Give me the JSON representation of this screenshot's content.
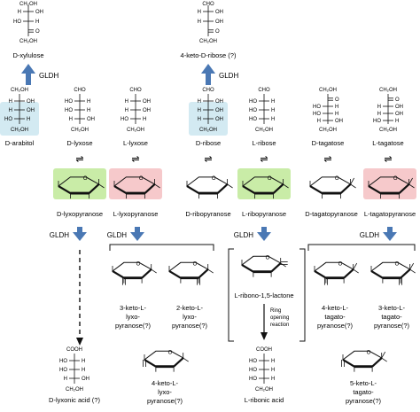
{
  "enzyme_label": "GLDH",
  "equilibrium_symbol": "⇌",
  "pentitols": [
    {
      "id": "d-xylulose",
      "name": "D-xylulose",
      "rows": [
        [
          "",
          "CH₂OH",
          ""
        ],
        [
          "H",
          "",
          "OH"
        ],
        [
          "HO",
          "",
          "H"
        ],
        [
          "",
          "",
          "O"
        ],
        [
          "",
          "CH₂OH",
          ""
        ]
      ]
    },
    {
      "id": "4-keto-d-ribose",
      "name": "4-keto-D-ribose (?)",
      "rows": [
        [
          "",
          "CHO",
          ""
        ],
        [
          "H",
          "",
          "OH"
        ],
        [
          "H",
          "",
          "OH"
        ],
        [
          "",
          "",
          "O"
        ],
        [
          "",
          "CH₂OH",
          ""
        ]
      ]
    }
  ],
  "fischer": [
    {
      "id": "d-arabitol",
      "name": "D-arabitol",
      "top": "CH₂OH",
      "bottom": "CH₂OH",
      "rows": [
        [
          "H",
          "OH"
        ],
        [
          "H",
          "OH"
        ],
        [
          "HO",
          "H"
        ]
      ],
      "highlight": "blue"
    },
    {
      "id": "d-lyxose",
      "name": "D-lyxose",
      "top": "CHO",
      "bottom": "CH₂OH",
      "rows": [
        [
          "HO",
          "H"
        ],
        [
          "HO",
          "H"
        ],
        [
          "H",
          "OH"
        ]
      ]
    },
    {
      "id": "l-lyxose",
      "name": "L-lyxose",
      "top": "CHO",
      "bottom": "CH₂OH",
      "rows": [
        [
          "H",
          "OH"
        ],
        [
          "H",
          "OH"
        ],
        [
          "HO",
          "H"
        ]
      ]
    },
    {
      "id": "d-ribose",
      "name": "D-ribose",
      "top": "CHO",
      "bottom": "CH₂OH",
      "rows": [
        [
          "H",
          "OH"
        ],
        [
          "H",
          "OH"
        ],
        [
          "H",
          "OH"
        ]
      ],
      "highlight": "blue"
    },
    {
      "id": "l-ribose",
      "name": "L-ribose",
      "top": "CHO",
      "bottom": "CH₂OH",
      "rows": [
        [
          "HO",
          "H"
        ],
        [
          "HO",
          "H"
        ],
        [
          "HO",
          "H"
        ]
      ]
    },
    {
      "id": "d-tagatose",
      "name": "D-tagatose",
      "top": "CH₂OH",
      "bottom": "CH₂OH",
      "rows": [
        [
          "",
          "O"
        ],
        [
          "HO",
          "H"
        ],
        [
          "HO",
          "H"
        ],
        [
          "H",
          "OH"
        ]
      ]
    },
    {
      "id": "l-tagatose",
      "name": "L-tagatose",
      "top": "CH₂OH",
      "bottom": "CH₂OH",
      "rows": [
        [
          "",
          "O"
        ],
        [
          "H",
          "OH"
        ],
        [
          "H",
          "OH"
        ],
        [
          "HO",
          "H"
        ]
      ]
    }
  ],
  "pyranoses": [
    {
      "id": "d-lyxopyranose",
      "name": "D-lyxopyranose",
      "highlight": "green"
    },
    {
      "id": "l-lyxopyranose",
      "name": "L-lyxopyranose",
      "highlight": "red"
    },
    {
      "id": "d-ribopyranose",
      "name": "D-ribopyranose"
    },
    {
      "id": "l-ribopyranose",
      "name": "L-ribopyranose",
      "highlight": "green"
    },
    {
      "id": "d-tagatopyranose",
      "name": "D-tagatopyranose"
    },
    {
      "id": "l-tagatopyranose",
      "name": "L-tagatopyranose",
      "highlight": "red"
    }
  ],
  "products": [
    {
      "id": "3-keto-l-lyxopyranose",
      "lines": [
        "3-keto-L-",
        "lyxo-",
        "pyranose(?)"
      ]
    },
    {
      "id": "2-keto-l-lyxopyranose",
      "lines": [
        "2-keto-L-",
        "lyxo-",
        "pyranose(?)"
      ]
    },
    {
      "id": "4-keto-l-lyxopyranose",
      "lines": [
        "4-keto-L-",
        "lyxo-",
        "pyranose(?)"
      ]
    },
    {
      "id": "l-ribono-lactone",
      "lines": [
        "L-ribono-1,5-lactone"
      ]
    },
    {
      "id": "4-keto-l-tagatopyranose",
      "lines": [
        "4-keto-L-",
        "tagato-",
        "pyranose(?)"
      ]
    },
    {
      "id": "3-keto-l-tagatopyranose",
      "lines": [
        "3-keto-L-",
        "tagato-",
        "pyranose(?)"
      ]
    },
    {
      "id": "5-keto-l-tagatopyranose",
      "lines": [
        "5-keto-L-",
        "tagato-",
        "pyranose(?)"
      ]
    }
  ],
  "acids": [
    {
      "id": "d-lyxonic-acid",
      "name": "D-lyxonic acid (?)",
      "top": "COOH",
      "bottom": "CH₂OH",
      "rows": [
        [
          "HO",
          "H"
        ],
        [
          "HO",
          "H"
        ],
        [
          "H",
          "OH"
        ]
      ]
    },
    {
      "id": "l-ribonic-acid",
      "name": "L-ribonic acid",
      "top": "COOH",
      "bottom": "CH₂OH",
      "rows": [
        [
          "HO",
          "H"
        ],
        [
          "HO",
          "H"
        ],
        [
          "HO",
          "H"
        ]
      ]
    }
  ],
  "ring_opening": [
    "Ring",
    "opening",
    "reaction"
  ],
  "colors": {
    "blue_box": "#d3eaf2",
    "green_box": "#c9eca7",
    "red_box": "#f6c9cb",
    "arrow_blue": "#4a78b4",
    "ink": "#111111"
  }
}
